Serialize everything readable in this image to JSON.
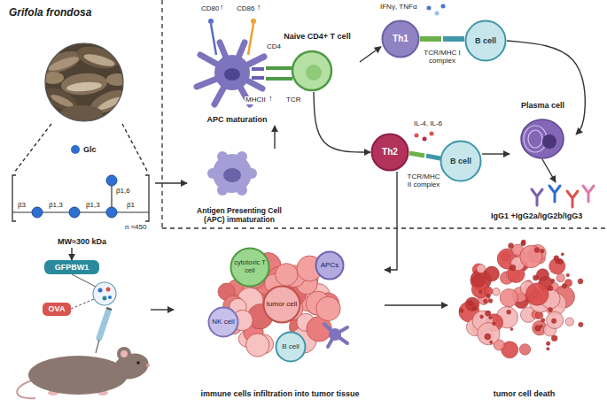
{
  "diagram": {
    "nodes": [
      {
        "text": [
          "Grifola frondosa"
        ]
      },
      {
        "text": [
          "MW≈300 kDa"
        ]
      },
      {
        "text": [
          "Antigen Presenting Cell (APC) immaturation"
        ]
      },
      {
        "text": [
          "APC maturation"
        ]
      },
      {
        "text": [
          "Naive CD4+ T cell"
        ]
      },
      {
        "text": [
          "Th1"
        ]
      },
      {
        "text": [
          "B cell"
        ]
      },
      {
        "text": [
          "Th2"
        ]
      },
      {
        "text": [
          "B cell"
        ]
      },
      {
        "text": [
          "Plasma cell"
        ]
      },
      {
        "text": [
          "GFPBW1"
        ]
      },
      {
        "text": [
          "OVA"
        ]
      },
      {
        "text": [
          "immune cells infiltration into tumor tissue"
        ]
      },
      {
        "text": [
          "cytotoxic T cell"
        ],
        "in": 12
      },
      {
        "text": [
          "NK cell"
        ],
        "in": 12
      },
      {
        "text": [
          "B cell"
        ],
        "in": 12
      },
      {
        "text": [
          "APCs"
        ],
        "in": 12
      },
      {
        "text": [
          "tumor cell"
        ],
        "in": 12
      },
      {
        "text": [
          "tumor cell death"
        ]
      }
    ],
    "edges": [
      {
        "from": 0,
        "to": 1,
        "arrow": "none"
      },
      {
        "from": 0,
        "to": 1,
        "arrow": "none"
      },
      {
        "from": 1,
        "to": 2,
        "arrow": "to"
      },
      {
        "from": 2,
        "to": 3,
        "arrow": "to"
      },
      {
        "from": 4,
        "to": 5,
        "arrow": "to"
      },
      {
        "from": 4,
        "to": 7,
        "arrow": "to"
      },
      {
        "from": 6,
        "to": 9,
        "arrow": "to"
      },
      {
        "from": 8,
        "to": 9,
        "arrow": "to"
      },
      {
        "from": 1,
        "to": 10,
        "arrow": "to"
      },
      {
        "from": 7,
        "to": 12,
        "arrow": "to"
      },
      {
        "from": 12,
        "to": 18,
        "arrow": "to"
      }
    ],
    "labels": [
      "CD80",
      "↑",
      "CD86",
      "↑",
      "CD4",
      "TCR",
      "MHCII",
      "↑",
      "IFNγ, TNFα",
      "TCR/MHC I complex",
      "IL-4, IL-6",
      "TCR/MHC II complex",
      "IgG1 +IgG2a/IgG2b/IgG3",
      "β3",
      "β1,3",
      "β1,3",
      "β1,6",
      "β1",
      "n ≈450"
    ],
    "legend": [
      {
        "text": "Glc",
        "color": "#2f6fd0"
      }
    ]
  }
}
